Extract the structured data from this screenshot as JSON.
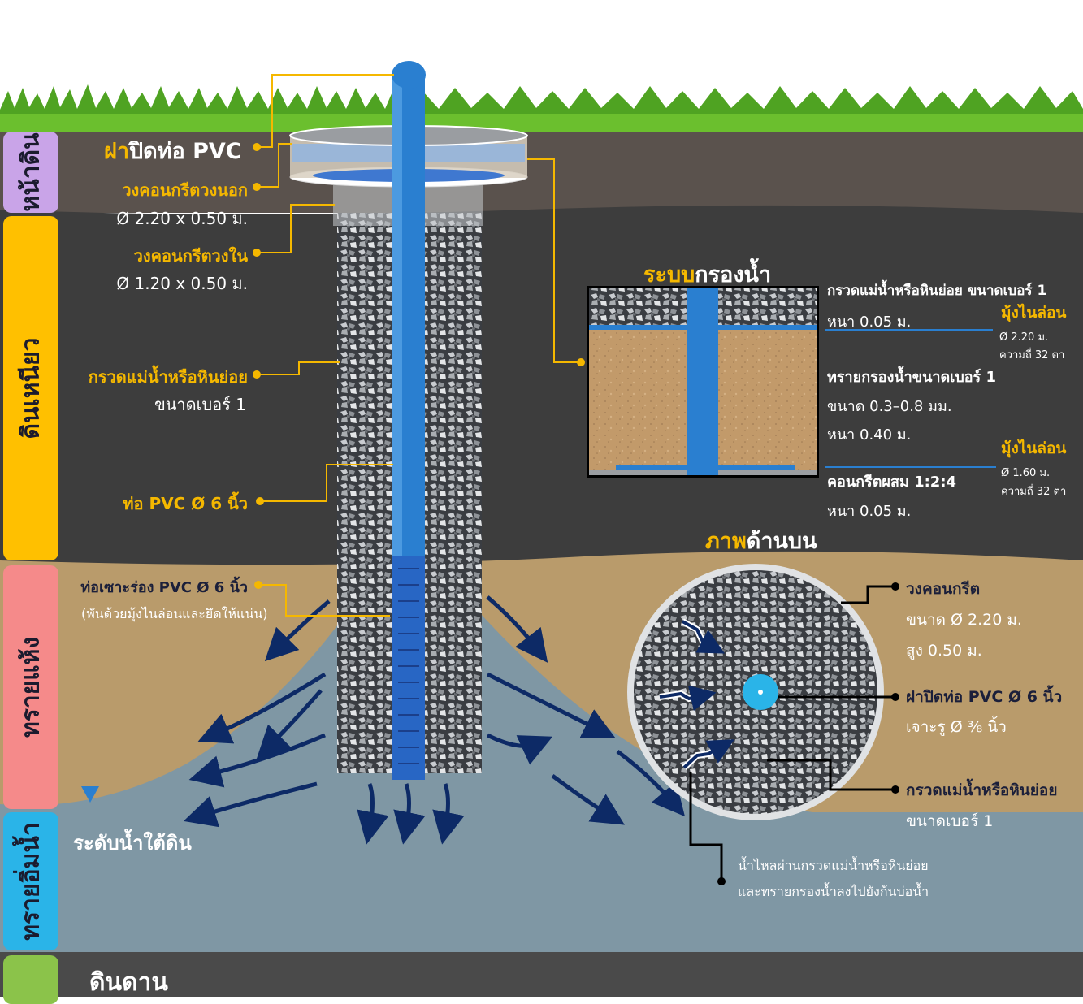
{
  "layers": [
    {
      "label": "หน้าดิน",
      "color": "#c9a4e8"
    },
    {
      "label": "ดินเหนียว",
      "color": "#ffc000"
    },
    {
      "label": "ทรายแห้ง",
      "color": "#f58a8a"
    },
    {
      "label": "ทรายอิ่มน้ำ",
      "color": "#2ab4e8"
    },
    {
      "label": "",
      "color": "#8bc34a"
    }
  ],
  "colors": {
    "accent": "#f5b800",
    "pipe": "#2a7fd0",
    "topsoil": "#5a524d",
    "clay": "#3d3d3d",
    "dry_sand": "#b99b6b",
    "water": "#7f97a4",
    "bedrock": "#4a4a4a",
    "arrow": "#0d2a66"
  },
  "left_labels": {
    "cap": {
      "highlight": "ฝา",
      "rest": "ปิดท่อ PVC"
    },
    "outer_ring": {
      "title": "วงคอนกรีตวงนอก",
      "size": "Ø 2.20 x 0.50 ม."
    },
    "inner_ring": {
      "title": "วงคอนกรีตวงใน",
      "size": "Ø 1.20 x 0.50 ม."
    },
    "gravel": {
      "title": "กรวดแม่น้ำหรือหินย่อย",
      "size": "ขนาดเบอร์ 1"
    },
    "pipe": {
      "title": "ท่อ PVC Ø 6 นิ้ว"
    },
    "slotted_pipe": {
      "title": "ท่อเซาะร่อง PVC Ø 6 นิ้ว",
      "note": "(พันด้วยมุ้งไนล่อนและยึดให้แน่น)"
    }
  },
  "filter_system": {
    "title_highlight": "ระบบ",
    "title_rest": "กรองน้ำ",
    "gravel": {
      "title": "กรวดแม่น้ำหรือหินย่อย ขนาดเบอร์ 1",
      "thickness": "หนา 0.05 ม."
    },
    "mesh_top": {
      "title": "มุ้งไนล่อน",
      "size": "Ø 2.20 ม.",
      "density": "ความถี่ 32 ตา"
    },
    "sand": {
      "title": "ทรายกรองน้ำขนาดเบอร์ 1",
      "size": "ขนาด 0.3–0.8 มม.",
      "thickness": "หนา 0.40 ม."
    },
    "mesh_bottom": {
      "title": "มุ้งไนล่อน",
      "size": "Ø 1.60 ม.",
      "density": "ความถี่ 32 ตา"
    },
    "concrete": {
      "title": "คอนกรีตผสม 1:2:4",
      "thickness": "หนา 0.05 ม."
    }
  },
  "top_view": {
    "title_highlight": "ภาพ",
    "title_rest": "ด้านบน",
    "ring": {
      "title": "วงคอนกรีต",
      "size": "ขนาด Ø 2.20 ม.",
      "height": "สูง 0.50 ม."
    },
    "cap": {
      "title": "ฝาปิดท่อ PVC Ø 6 นิ้ว",
      "hole": "เจาะรู Ø ⅜ นิ้ว"
    },
    "gravel": {
      "title": "กรวดแม่น้ำหรือหินย่อย",
      "size": "ขนาดเบอร์ 1"
    },
    "flow_note_1": "น้ำไหลผ่านกรวดแม่น้ำหรือหินย่อย",
    "flow_note_2": "และทรายกรองน้ำลงไปยังก้นบ่อน้ำ"
  },
  "groundwater_label": "ระดับน้ำใต้ดิน",
  "bedrock_label": "ดินดาน"
}
